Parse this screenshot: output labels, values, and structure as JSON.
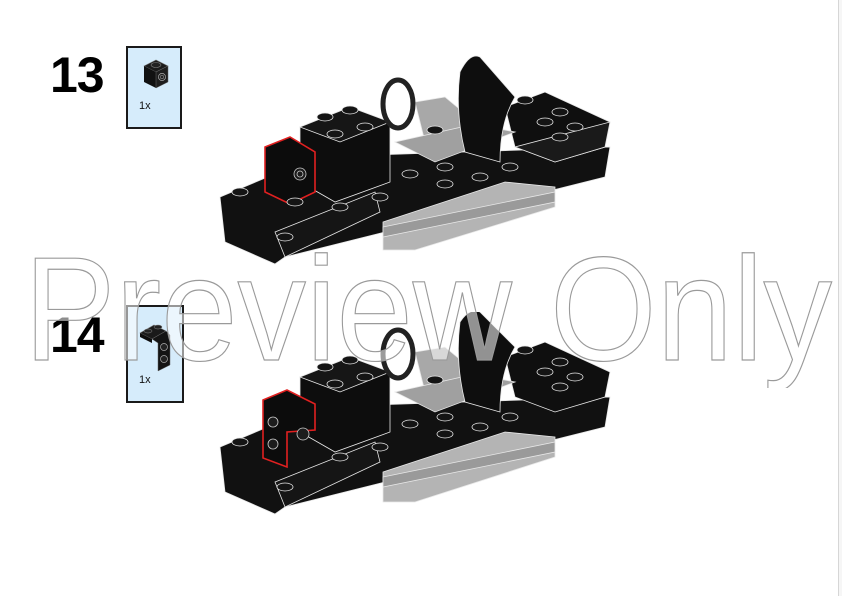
{
  "page": {
    "type": "building-instructions",
    "background": "#ffffff"
  },
  "steps": [
    {
      "number": "13",
      "callout": {
        "part_icon": "brick-1x1-with-side-stud-icon",
        "quantity": "1x",
        "background": "#d6ecfb"
      },
      "model": {
        "description": "black chassis with steering wheel, seat back and light gray plates",
        "highlight_color": "#e02020"
      }
    },
    {
      "number": "14",
      "callout": {
        "part_icon": "bracket-1x2-1x2-icon",
        "quantity": "1x",
        "background": "#d6ecfb"
      },
      "model": {
        "description": "black chassis with added bracket on front left",
        "highlight_color": "#e02020"
      }
    }
  ],
  "watermark": {
    "text": "Preview Only"
  }
}
